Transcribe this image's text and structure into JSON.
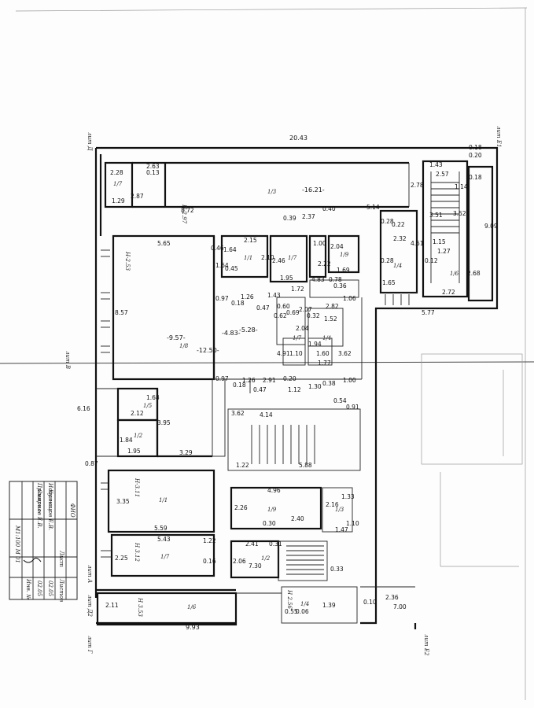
{
  "dims": {
    "overall_width": "20.43",
    "d_2_63": "2.63",
    "d_0_13": "0.13",
    "d_2_28": "2.28",
    "d_1_29": "1.29",
    "d_2_87": "2.87",
    "d_16_21": "-16.21-",
    "d_2_78": "2.78",
    "d_0_18a": "0.18",
    "d_0_20a": "0.20",
    "d_0_18b": "0.18",
    "d_1_43": "1.43",
    "d_2_57": "2.57",
    "d_1_14": "1.14",
    "d_9_09": "9.09",
    "d_3_51": "3.51",
    "d_3_52": "3.52",
    "d_1_15": "1.15",
    "d_1_27": "1.27",
    "d_0_12": "0.12",
    "d_2_68": "2.68",
    "d_2_72": "2.72",
    "d_5_77": "5.77",
    "d_8_72": "8.72",
    "d_0_39": "0.39",
    "d_2_37": "2.37",
    "d_0_40": "0.40",
    "d_5_14": "5.14",
    "d_0_28a": "0.28",
    "d_0_22": "0.22",
    "d_2_32": "2.32",
    "d_4_51": "4.51",
    "d_0_28b": "0.28",
    "d_1_65": "1.65",
    "d_5_65": "5.65",
    "d_2_15": "2.15",
    "d_1_00a": "1.00",
    "d_2_04": "2.04",
    "d_0_46": "0.46",
    "d_1_64a": "1.64",
    "d_2_10": "2.10",
    "d_2_46": "2.46",
    "d_2_22": "2.22",
    "d_1_69": "1.69",
    "d_1_64b": "1.64",
    "d_0_45": "0.45",
    "d_4_83a": "4.83",
    "d_0_78": "0.78",
    "d_0_36": "0.36",
    "d_1_95": "1.95",
    "d_1_72": "1.72",
    "d_0_97a": "0.97",
    "d_1_26a": "1.26",
    "d_0_18c": "0.18",
    "d_1_43b": "1.43",
    "d_0_47a": "0.47",
    "d_1_06": "1.06",
    "d_2_82": "2.82",
    "d_8_57": "8.57",
    "d_0_60": "0.60",
    "d_0_69": "0.69",
    "d_2_07": "2.07",
    "d_0_62": "0.62",
    "d_0_32": "0.32",
    "d_1_52": "1.52",
    "d_9_57": "-9.57-",
    "d_12_50": "-12.50-",
    "d_4_83b": "-4.83-",
    "d_5_28": "-5.28-",
    "d_2_04b": "2.04",
    "d_1_94": "1.94",
    "d_4_91": "4.91",
    "d_1_10": "1.10",
    "d_1_60": "1.60",
    "d_3_62a": "3.62",
    "d_1_77": "1.77",
    "d_0_97b": "0.97",
    "d_1_26b": "1.26",
    "d_0_18d": "0.18",
    "d_2_91": "2.91",
    "d_0_20b": "0.20",
    "d_0_38": "0.38",
    "d_1_00b": "1.00",
    "d_0_47b": "0.47",
    "d_1_12": "1.12",
    "d_1_30": "1.30",
    "d_6_16": "6.16",
    "d_1_68": "1.68",
    "d_2_12": "2.12",
    "d_0_54": "0.54",
    "d_0_91": "0.91",
    "d_3_95": "3.95",
    "d_3_62b": "3.62",
    "d_4_14": "4.14",
    "d_1_84": "1.84",
    "d_1_95b": "1.95",
    "d_3_29": "3.29",
    "d_0_87": "0.87",
    "d_1_22": "1.22",
    "d_5_88": "5.88",
    "d_3_35": "3.35",
    "d_5_59": "5.59",
    "d_4_96": "4.96",
    "d_1_33": "1.33",
    "d_2_26": "2.26",
    "d_0_30": "0.30",
    "d_2_40": "2.40",
    "d_2_16": "2.16",
    "d_1_10b": "1.10",
    "d_1_47": "1.47",
    "d_5_43": "5.43",
    "d_1_22b": "1.22",
    "d_2_41": "2.41",
    "d_0_31": "0.31",
    "d_2_25": "2.25",
    "d_0_16": "0.16",
    "d_2_06": "2.06",
    "d_7_30": "7.30",
    "d_0_33": "0.33",
    "d_2_36": "2.36",
    "d_7_00": "7.00",
    "d_2_11": "2.11",
    "d_1_39": "1.39",
    "d_0_10": "0.10",
    "d_0_55": "0.55",
    "d_0_06": "0.06",
    "d_9_93": "9.93"
  },
  "room_marks": {
    "r1": "1/7",
    "r2": "1/3",
    "r3": "1/1",
    "r4": "1/7",
    "r5": "1/9",
    "r6": "1/4",
    "r7": "1/6",
    "r8": "1/8",
    "r9": "1/7",
    "r10": "1/4",
    "r11": "1/5",
    "r12": "1/2",
    "r13": "1/1",
    "r14": "1/9",
    "r15": "1/3",
    "r16": "1/7",
    "r17": "1/2",
    "r18": "1/6",
    "r19": "1/4"
  },
  "heights": {
    "h1": "Н-2.97",
    "h2": "Н-2.53",
    "h3": "Н-3.11",
    "h4": "Н 3.12",
    "h5": "Н 3.53",
    "h6": "Н 2.56"
  },
  "axes": {
    "lit_d": "лит Д",
    "lit_e1": "лит Е1",
    "lit_b": "лит В",
    "lit_a": "лит А",
    "lit_g": "лит Г",
    "lit_d2": "лит Д2",
    "lit_e2": "лит Е2"
  },
  "stamp": {
    "row1": "ФИО",
    "row2": "Кузнецов Е.В.",
    "row3": "Симонов Е.В.",
    "row4": "Исполнил",
    "row5": "Проверил",
    "date1": "02.05",
    "date2": "02.05",
    "doc": "М1:100 М 01",
    "sheet": "Лист",
    "sheets": "Листов",
    "num": "Инв. №"
  }
}
